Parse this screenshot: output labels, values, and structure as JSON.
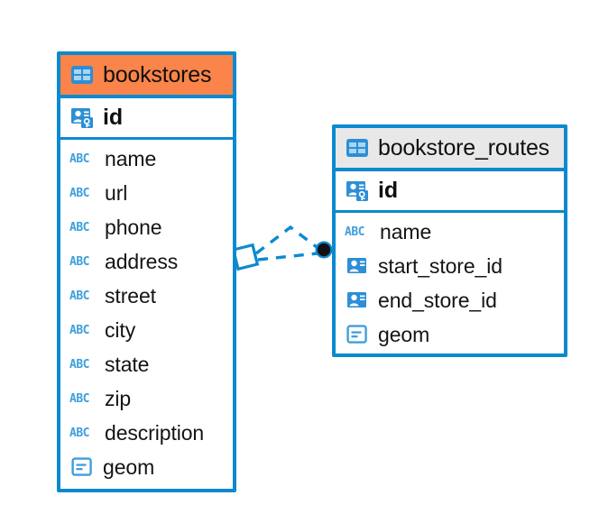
{
  "diagram": {
    "type": "entity-relationship-diagram",
    "background_color": "#ffffff",
    "accent_color": "#0c8acf",
    "highlight_color": "#fa8449",
    "neutral_header_color": "#e8e8e8",
    "text_color": "#101010"
  },
  "tables": [
    {
      "name": "bookstores",
      "header_style": "accent",
      "table_icon": "table-icon",
      "primary_key": {
        "label": "id",
        "icon": "primary-key-icon"
      },
      "fields": [
        {
          "label": "name",
          "icon": "text-type-icon",
          "type": "ABC"
        },
        {
          "label": "url",
          "icon": "text-type-icon",
          "type": "ABC"
        },
        {
          "label": "phone",
          "icon": "text-type-icon",
          "type": "ABC"
        },
        {
          "label": "address",
          "icon": "text-type-icon",
          "type": "ABC"
        },
        {
          "label": "street",
          "icon": "text-type-icon",
          "type": "ABC"
        },
        {
          "label": "city",
          "icon": "text-type-icon",
          "type": "ABC"
        },
        {
          "label": "state",
          "icon": "text-type-icon",
          "type": "ABC"
        },
        {
          "label": "zip",
          "icon": "text-type-icon",
          "type": "ABC"
        },
        {
          "label": "description",
          "icon": "text-type-icon",
          "type": "ABC"
        },
        {
          "label": "geom",
          "icon": "geometry-type-icon",
          "type": "geometry"
        }
      ]
    },
    {
      "name": "bookstore_routes",
      "header_style": "neutral",
      "table_icon": "table-icon",
      "primary_key": {
        "label": "id",
        "icon": "primary-key-icon"
      },
      "fields": [
        {
          "label": "name",
          "icon": "text-type-icon",
          "type": "ABC"
        },
        {
          "label": "start_store_id",
          "icon": "foreign-key-icon",
          "type": "reference"
        },
        {
          "label": "end_store_id",
          "icon": "foreign-key-icon",
          "type": "reference"
        },
        {
          "label": "geom",
          "icon": "geometry-type-icon",
          "type": "geometry"
        }
      ]
    }
  ],
  "relationship": {
    "from_table": "bookstores",
    "to_table": "bookstore_routes",
    "line_style": "dashed",
    "from_marker": "diamond-marker",
    "to_marker": "dot-marker",
    "line_color": "#0c8acf",
    "marker_dot_color": "#111111"
  },
  "abc_glyph": "ABC"
}
